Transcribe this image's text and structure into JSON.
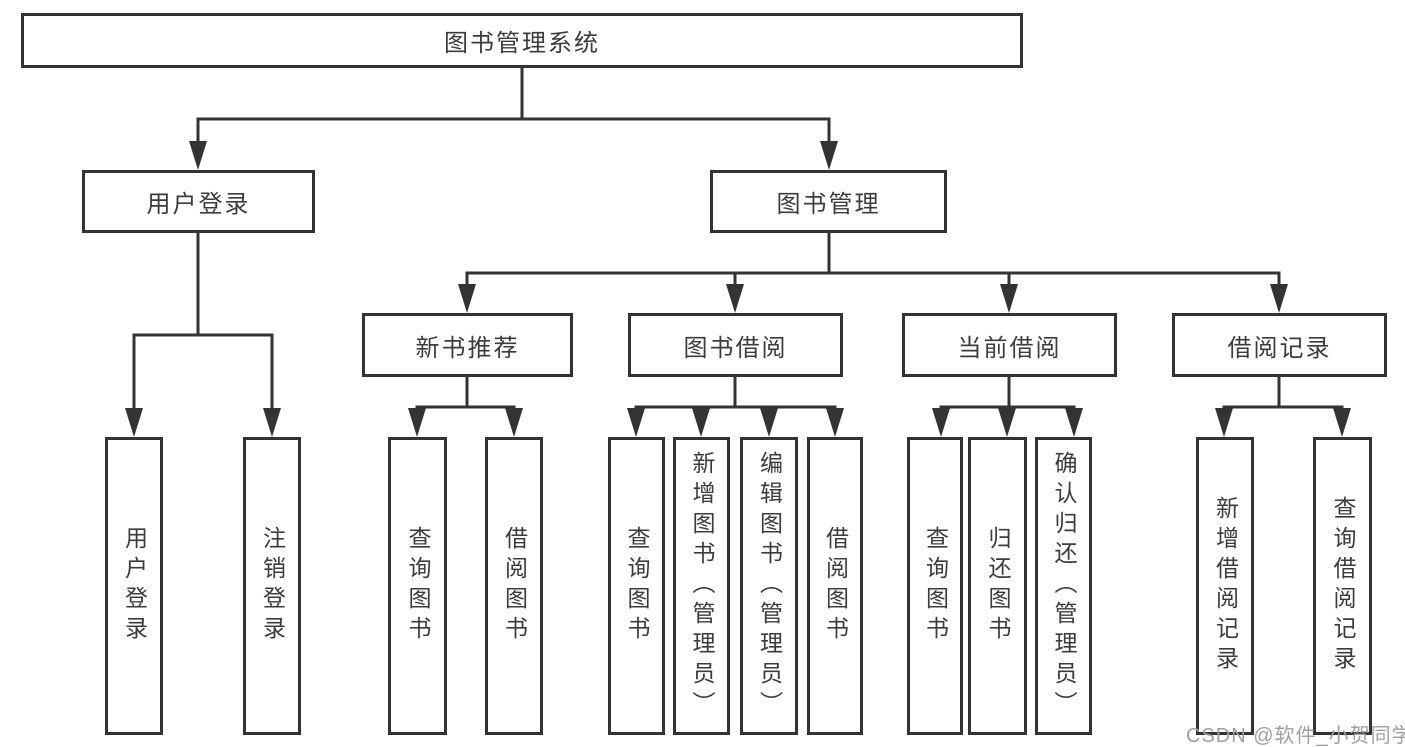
{
  "tree": {
    "label": "图书管理系统",
    "children": [
      {
        "label": "用户登录",
        "children": [
          {
            "label": "用户登录"
          },
          {
            "label": "注销登录"
          }
        ]
      },
      {
        "label": "图书管理",
        "children": [
          {
            "label": "新书推荐",
            "children": [
              {
                "label": "查询图书"
              },
              {
                "label": "借阅图书"
              }
            ]
          },
          {
            "label": "图书借阅",
            "children": [
              {
                "label": "查询图书"
              },
              {
                "label": "新增图书（管理员）"
              },
              {
                "label": "编辑图书（管理员）"
              },
              {
                "label": "借阅图书"
              }
            ]
          },
          {
            "label": "当前借阅",
            "children": [
              {
                "label": "查询图书"
              },
              {
                "label": "归还图书"
              },
              {
                "label": "确认归还（管理员）"
              }
            ]
          },
          {
            "label": "借阅记录",
            "children": [
              {
                "label": "新增借阅记录"
              },
              {
                "label": "查询借阅记录"
              }
            ]
          }
        ]
      }
    ]
  },
  "watermark": {
    "text": "CSDN @软件_小贺同学"
  },
  "colors": {
    "line": "#333333",
    "text": "#3c3c3c",
    "background": "#ffffff",
    "watermark": "#a0a0a0"
  }
}
